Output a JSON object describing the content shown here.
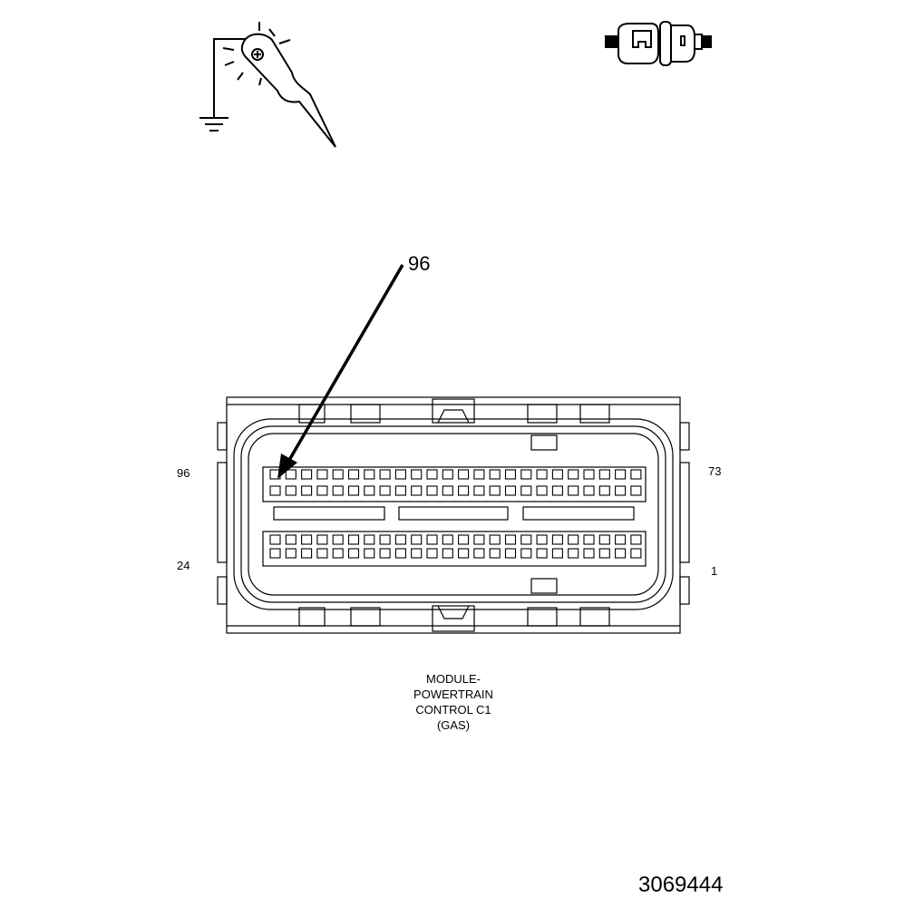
{
  "callout_label": "96",
  "pin_labels": {
    "top_left": "96",
    "bottom_left": "24",
    "top_right": "73",
    "bottom_right": "1"
  },
  "caption": {
    "line1": "MODULE-",
    "line2": "POWERTRAIN",
    "line3": "CONTROL C1",
    "line4": "(GAS)"
  },
  "figure_number": "3069444",
  "icons": {
    "ground_probe": "ground-probe-icon",
    "connector": "connector-icon"
  },
  "colors": {
    "line": "#000000",
    "background": "#ffffff"
  }
}
